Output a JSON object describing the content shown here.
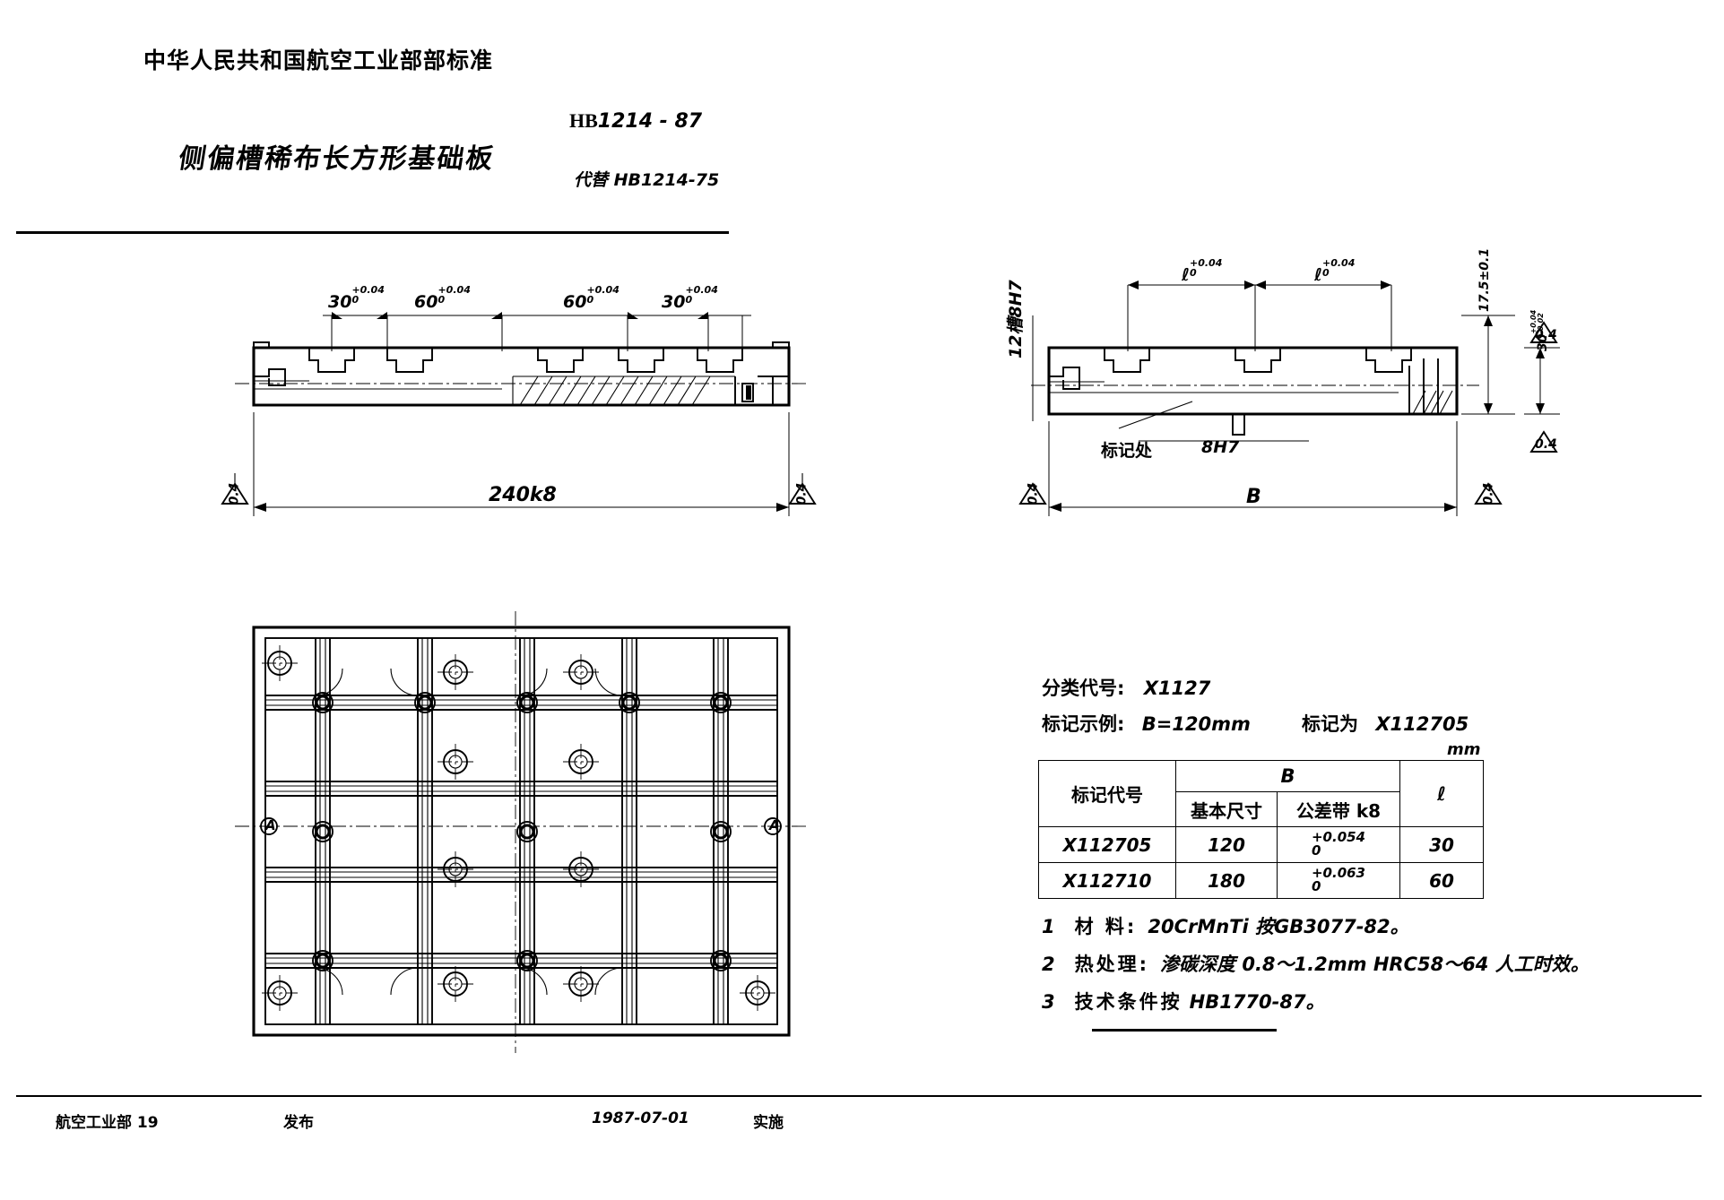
{
  "header": {
    "ministry": "中华人民共和国航空工业部部标准",
    "title": "侧偏槽稀布长方形基础板",
    "standard_prefix": "HB",
    "standard_number": "1214 - 87",
    "replaces": "代替 HB1214-75"
  },
  "footer": {
    "organization": "航空工业部 19",
    "publish": "发布",
    "date": "1987-07-01",
    "effective": "实施"
  },
  "info": {
    "classification_label": "分类代号:",
    "classification_code": "X1127",
    "marking_label": "标记示例:",
    "marking_condition": "B=120mm",
    "marking_result_label": "标记为",
    "marking_result_code": "X112705",
    "unit": "mm"
  },
  "spec_table": {
    "columns": {
      "code": "标记代号",
      "b_group": "B",
      "b_nominal": "基本尺寸",
      "b_tolerance": "公差带 k8",
      "l": "ℓ"
    },
    "rows": [
      {
        "code": "X112705",
        "nominal": "120",
        "tol_upper": "+0.054",
        "tol_lower": "0",
        "l": "30"
      },
      {
        "code": "X112710",
        "nominal": "180",
        "tol_upper": "+0.063",
        "tol_lower": "0",
        "l": "60"
      }
    ]
  },
  "notes": [
    {
      "num": "1",
      "label": "材  料:",
      "value": "20CrMnTi  按GB3077-82。"
    },
    {
      "num": "2",
      "label": "热处理:",
      "value": "渗碳深度 0.8～1.2mm  HRC58～64  人工时效。"
    },
    {
      "num": "3",
      "label": "技术条件按",
      "value": "HB1770-87。"
    }
  ],
  "front_view": {
    "dim_chain": [
      {
        "value": "30",
        "tol_upper": "+0.04",
        "tol_lower": "0"
      },
      {
        "value": "60",
        "tol_upper": "+0.04",
        "tol_lower": "0"
      },
      {
        "value": "60",
        "tol_upper": "+0.04",
        "tol_lower": "0"
      },
      {
        "value": "30",
        "tol_upper": "+0.04",
        "tol_lower": "0"
      }
    ],
    "overall": "240k8",
    "surface_left": "0.4",
    "surface_right": "0.4"
  },
  "side_view": {
    "slot_label": "12槽8H7",
    "dim_l_left": {
      "value": "ℓ",
      "tol_upper": "+0.04",
      "tol_lower": "0"
    },
    "dim_l_right": {
      "value": "ℓ",
      "tol_upper": "+0.04",
      "tol_lower": "0"
    },
    "height_dim": "17.5±0.1",
    "depth_dim": "30",
    "depth_tol_upper": "+0.04",
    "depth_tol_lower": "-0.02",
    "mark_location_label": "标记处",
    "bore_label": "8H7",
    "overall_width": "B",
    "surface_left": "0.4",
    "surface_right": "0.4",
    "surface_top": "0.4",
    "surface_bottom": "0.4"
  },
  "plan_view": {
    "section_mark_left": "A",
    "section_mark_right": "A"
  }
}
